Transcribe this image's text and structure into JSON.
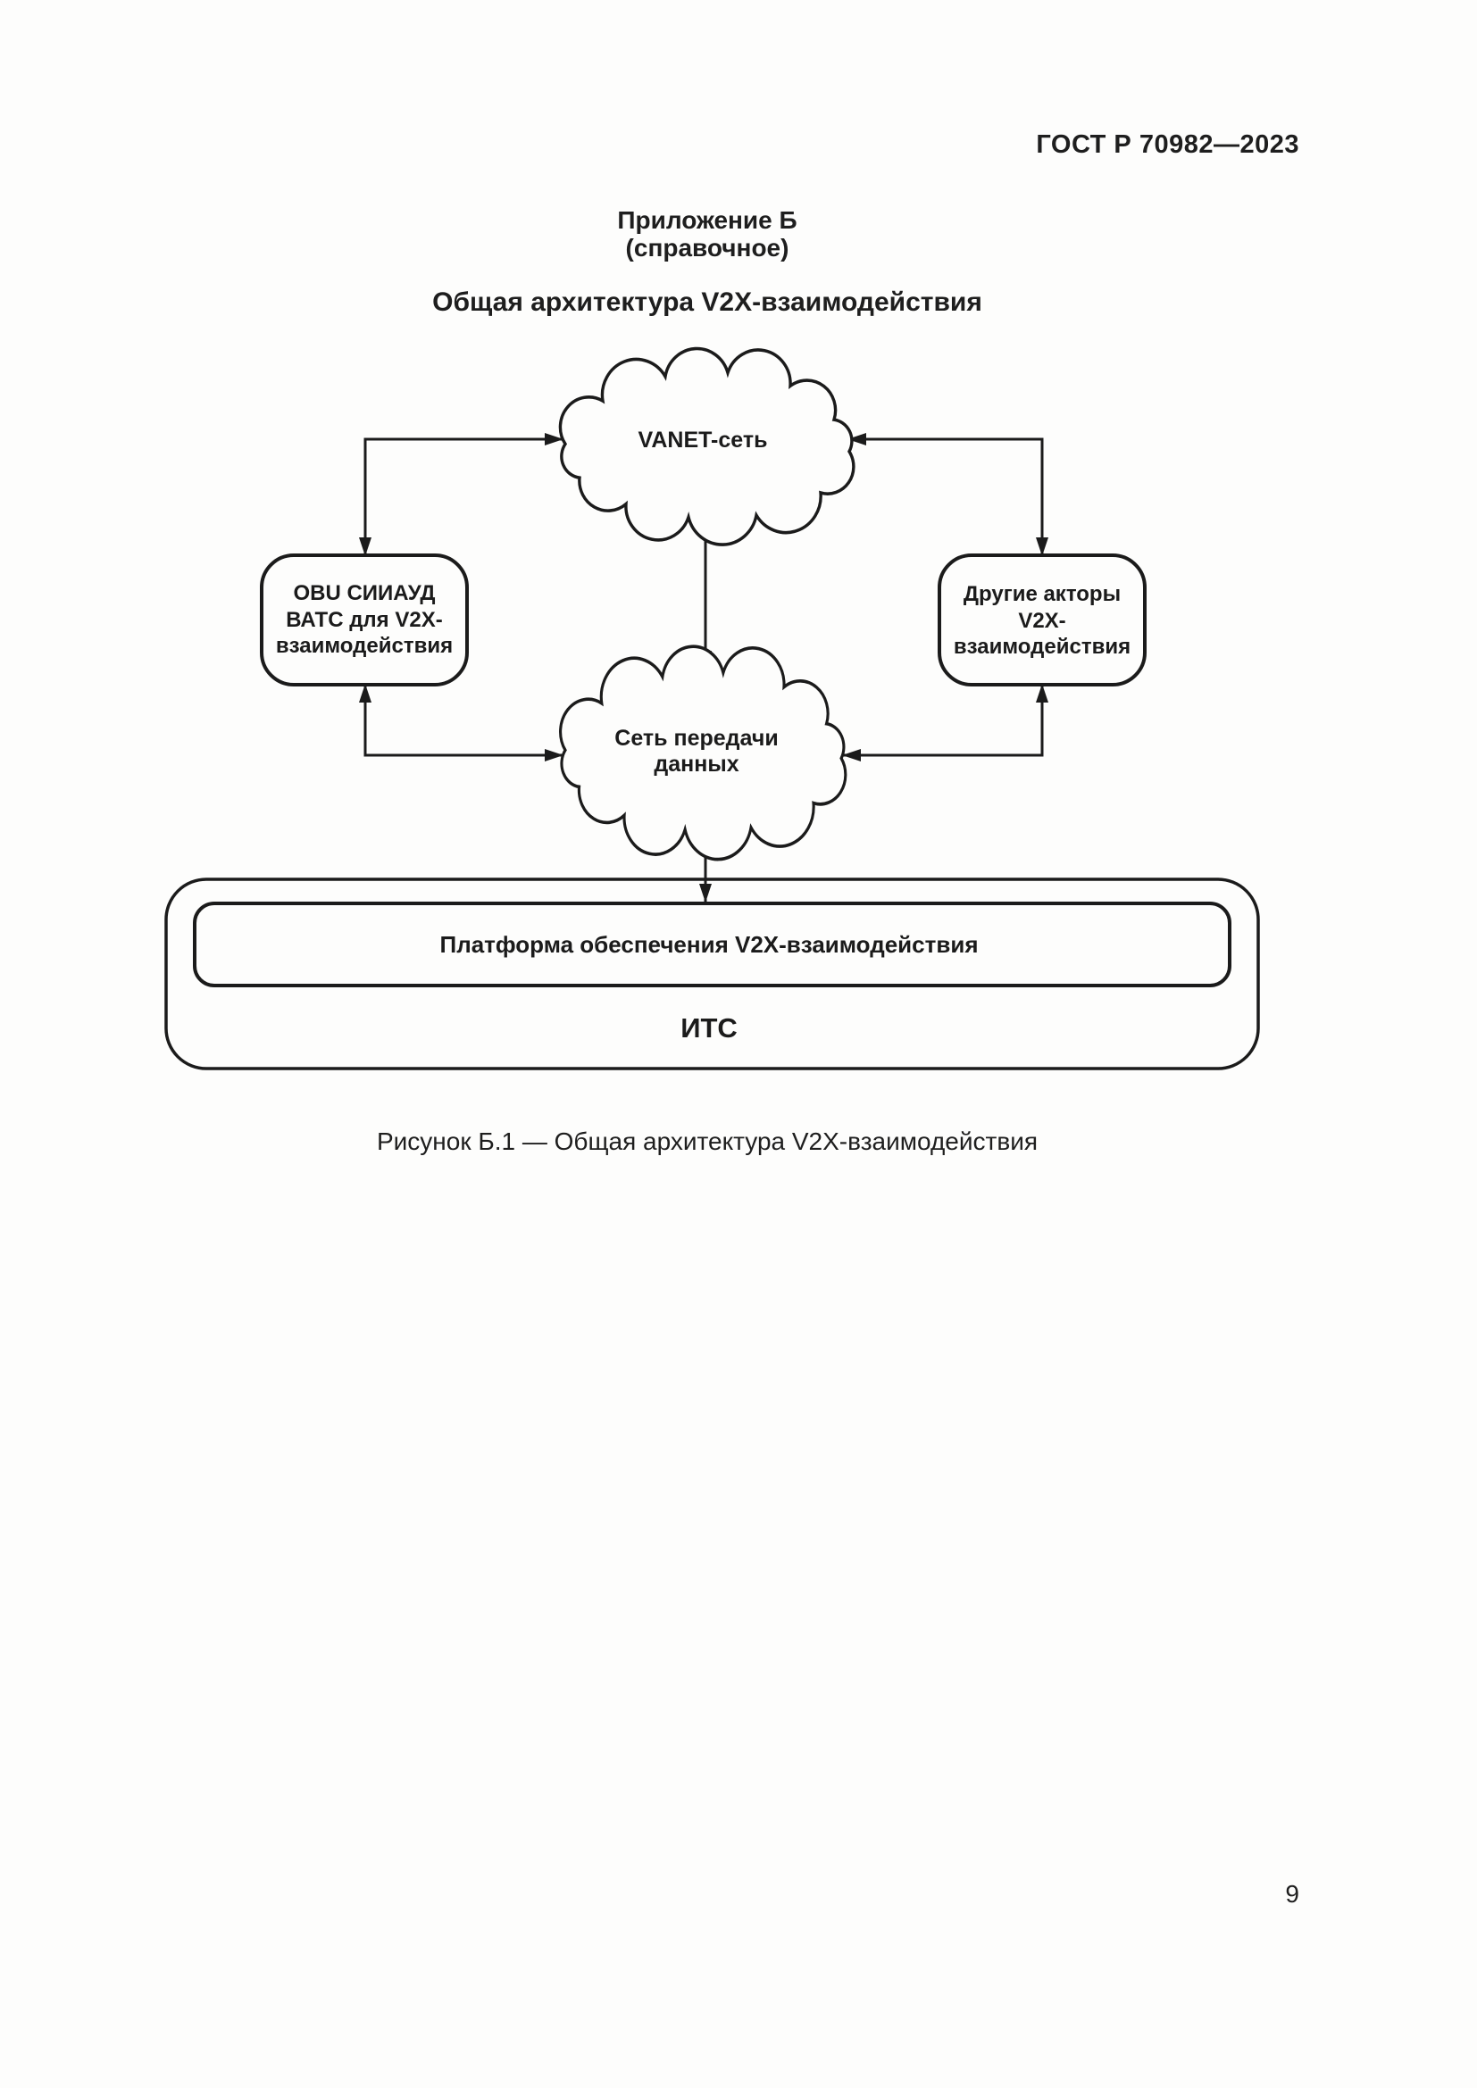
{
  "page": {
    "header": "ГОСТ Р 70982—2023",
    "number": "9"
  },
  "appendix": {
    "heading": "Приложение Б",
    "subheading": "(справочное)",
    "title": "Общая архитектура V2X-взаимодействия"
  },
  "figure": {
    "caption": "Рисунок Б.1 — Общая архитектура V2X-взаимодействия",
    "nodes": {
      "vanet_cloud": {
        "label": "VANET-сеть"
      },
      "obu_box": {
        "lines": [
          "OBU СИИАУД",
          "ВАТС для V2X-",
          "взаимодействия"
        ]
      },
      "actors_box": {
        "lines": [
          "Другие акторы",
          "V2X-",
          "взаимодействия"
        ]
      },
      "data_cloud": {
        "lines": [
          "Сеть передачи",
          "данных"
        ]
      },
      "platform_box": {
        "label": "Платформа обеспечения V2X-взаимодействия"
      },
      "its_box": {
        "label": "ИТС"
      }
    },
    "edges": [
      {
        "from": "obu_box",
        "to": "vanet_cloud",
        "bidirectional": true
      },
      {
        "from": "actors_box",
        "to": "vanet_cloud",
        "bidirectional": true
      },
      {
        "from": "vanet_cloud",
        "to": "data_cloud",
        "bidirectional": true
      },
      {
        "from": "obu_box",
        "to": "data_cloud",
        "bidirectional": true
      },
      {
        "from": "actors_box",
        "to": "data_cloud",
        "bidirectional": true
      },
      {
        "from": "data_cloud",
        "to": "platform_box",
        "bidirectional": true
      }
    ]
  },
  "colors": {
    "ink": "#1b1b1b",
    "background": "#fdfdfc"
  }
}
